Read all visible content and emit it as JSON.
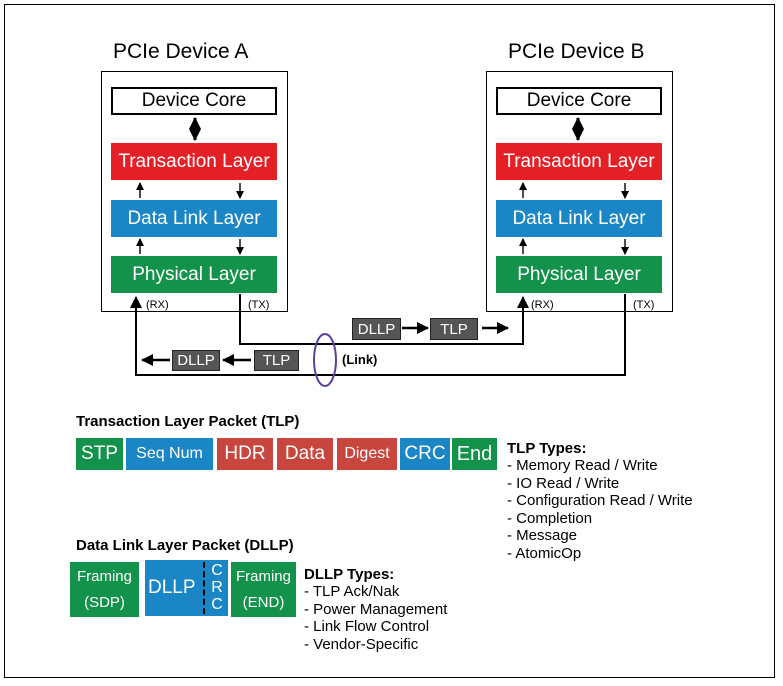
{
  "devices": {
    "a": {
      "title": "PCIe Device A",
      "core": "Device Core",
      "transaction": "Transaction Layer",
      "datalink": "Data Link Layer",
      "physical": "Physical Layer",
      "rx": "(RX)",
      "tx": "(TX)"
    },
    "b": {
      "title": "PCIe Device B",
      "core": "Device Core",
      "transaction": "Transaction Layer",
      "datalink": "Data Link Layer",
      "physical": "Physical Layer",
      "rx": "(RX)",
      "tx": "(TX)"
    }
  },
  "link": {
    "label": "(Link)",
    "upper": {
      "dllp": "DLLP",
      "tlp": "TLP"
    },
    "lower": {
      "dllp": "DLLP",
      "tlp": "TLP"
    }
  },
  "tlp": {
    "heading": "Transaction Layer Packet (TLP)",
    "fields": [
      "STP",
      "Seq Num",
      "HDR",
      "Data",
      "Digest",
      "CRC",
      "End"
    ],
    "types_title": "TLP Types:",
    "types": [
      "- Memory Read / Write",
      "- IO Read / Write",
      "- Configuration Read / Write",
      "- Completion",
      "- Message",
      "- AtomicOp"
    ]
  },
  "dllp": {
    "heading": "Data Link Layer Packet (DLLP)",
    "framing_start": [
      "Framing",
      "(SDP)"
    ],
    "body": "DLLP",
    "crc": [
      "C",
      "R",
      "C"
    ],
    "framing_end": [
      "Framing",
      "(END)"
    ],
    "types_title": "DLLP Types:",
    "types": [
      "- TLP Ack/Nak",
      "- Power Management",
      "- Link Flow Control",
      "- Vendor-Specific"
    ]
  },
  "colors": {
    "transaction_layer": "#e41f26",
    "data_link_layer": "#1b86c6",
    "physical_layer": "#12924a",
    "packet_gray": "#555555",
    "tlp_hdr_red": "#c8463d",
    "link_ellipse": "#5b3f9a"
  }
}
